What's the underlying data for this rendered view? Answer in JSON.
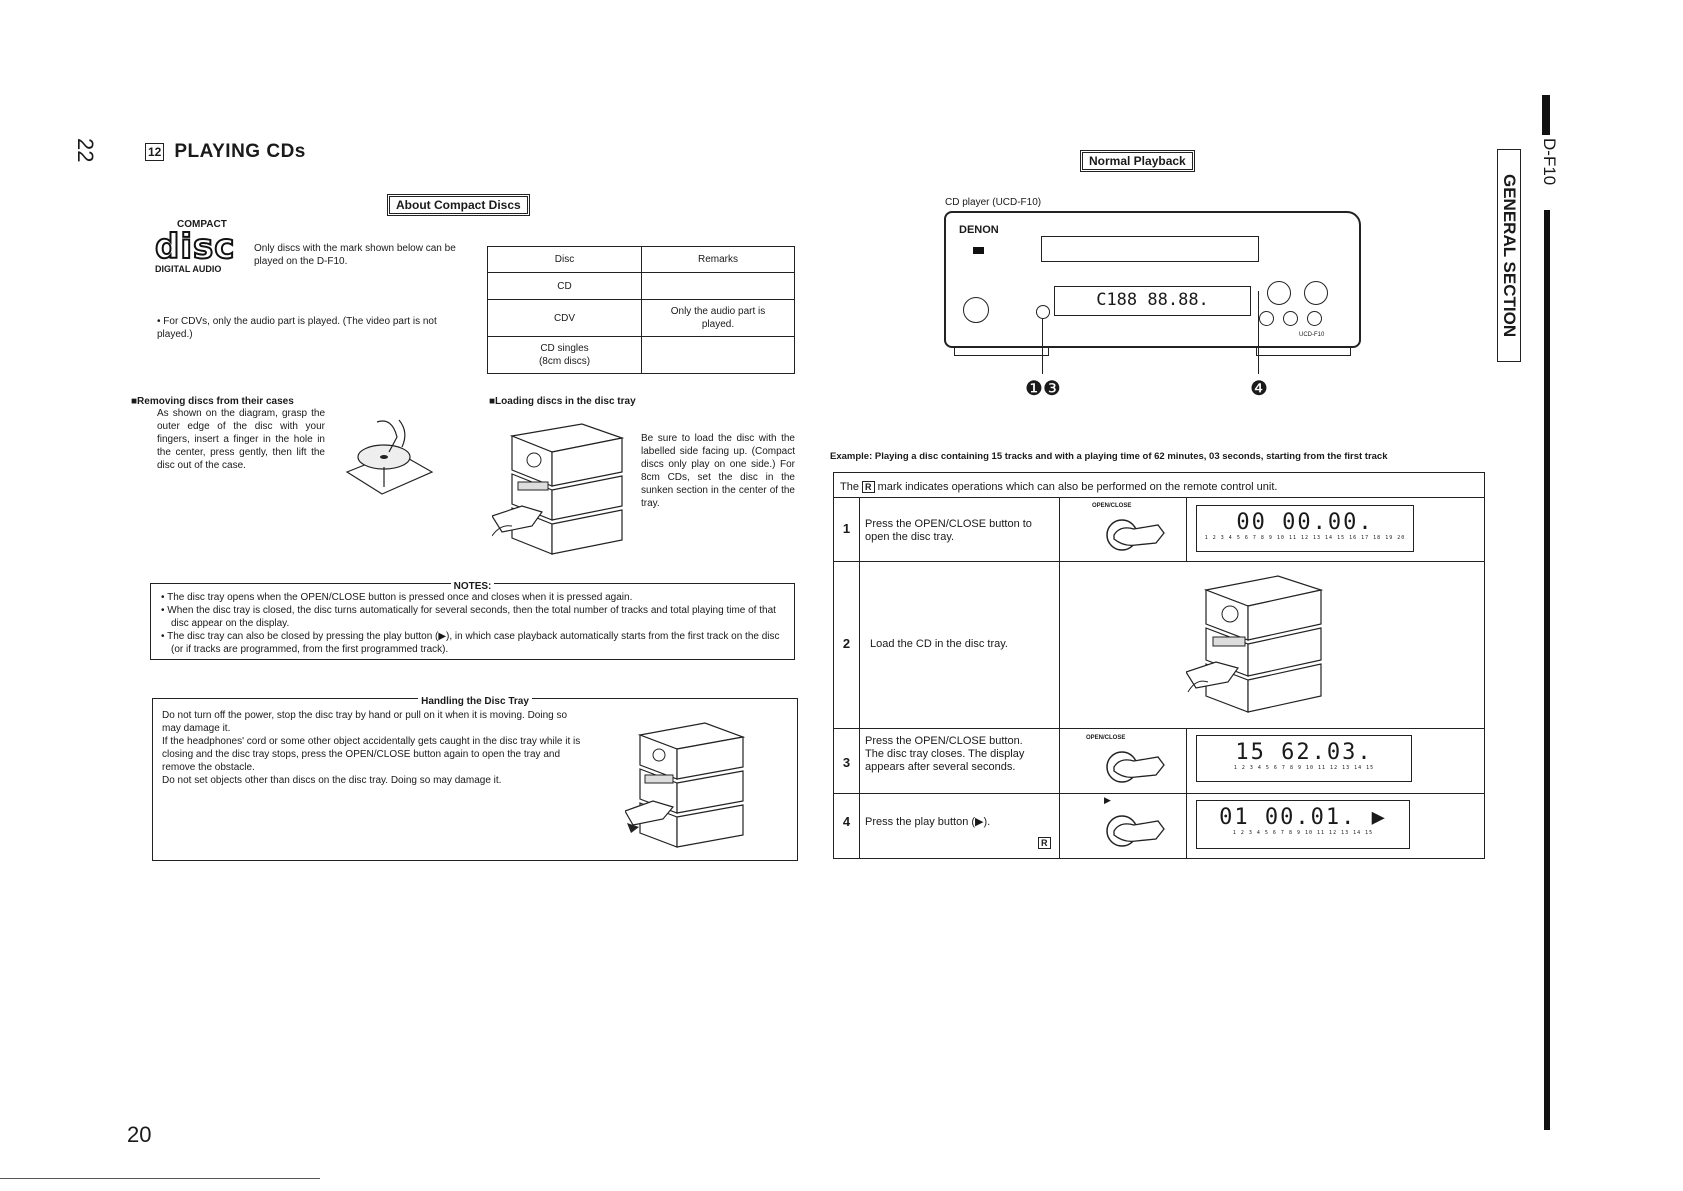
{
  "page": {
    "rotated_page_num": "22",
    "page_num": "20",
    "side_model": "D-F10",
    "side_section": "GENERAL SECTION"
  },
  "section": {
    "num": "12",
    "title": "PLAYING CDs"
  },
  "about": {
    "heading": "About Compact Discs",
    "logo_top": "COMPACT",
    "logo_word": "disc",
    "logo_bottom": "DIGITAL AUDIO",
    "mark_text": "Only discs with the mark shown below can be played on the D-F10.",
    "cdv_note": "• For CDVs, only the audio part is played. (The video part is not played.)",
    "table": {
      "headers": [
        "Disc",
        "Remarks"
      ],
      "rows": [
        [
          "CD",
          ""
        ],
        [
          "CDV",
          "Only the audio part is played."
        ],
        [
          "CD singles (8cm discs)",
          ""
        ]
      ]
    }
  },
  "removing": {
    "heading": "■Removing discs from their cases",
    "text": "As shown on the diagram, grasp the outer edge of the disc with your fingers, insert a finger in the hole in the center, press gently, then lift the disc out of the case."
  },
  "loading": {
    "heading": "■Loading discs in the disc tray",
    "text": "Be sure to load the disc with the labelled side facing up. (Compact discs only play on one side.) For 8cm CDs, set the disc in the sunken section in the center of the tray."
  },
  "notes": {
    "title": "NOTES:",
    "items": [
      "• The disc tray opens when the OPEN/CLOSE button is pressed once and closes when it is pressed again.",
      "• When the disc tray is closed, the disc turns automatically for several seconds, then the total number of tracks and total playing time of that disc appear on the display.",
      "• The disc tray can also be closed by pressing the play button (▶), in which case playback automatically starts from the first track on the disc (or if tracks are programmed, from the first programmed track)."
    ]
  },
  "handling": {
    "title": "Handling the Disc Tray",
    "paragraphs": [
      "Do not turn off the power, stop the disc tray by hand or pull on it when it is moving. Doing so may damage it.",
      "If the headphones' cord or some other object accidentally gets caught in the disc tray while it is closing and the disc tray stops, press the OPEN/CLOSE button again to open the tray and remove the obstacle.",
      "Do not set objects other than discs on the disc tray. Doing so may damage it."
    ]
  },
  "normal": {
    "heading": "Normal Playback",
    "player_label": "CD player (UCD-F10)",
    "brand": "DENON",
    "device_display": "C188 88.88.",
    "model_small": "UCD-F10",
    "callout_left": "❶❸",
    "callout_right": "❹",
    "example": "Example: Playing a disc containing 15 tracks and with a playing time of 62 minutes, 03 seconds, starting from the first track",
    "remote_note_pre": "The",
    "remote_mark": "R",
    "remote_note_post": "mark indicates operations which can also be performed on the remote control unit.",
    "steps": [
      {
        "num": "1",
        "text": "Press the OPEN/CLOSE button to open the disc tray.",
        "button_label": "OPEN/CLOSE",
        "display": "00  00.00.",
        "tracks": "1 2 3 4 5 6 7 8 9 10 11 12 13 14 15 16 17 18 19 20"
      },
      {
        "num": "2",
        "text": "Load the CD in the disc tray."
      },
      {
        "num": "3",
        "text": "Press the OPEN/CLOSE button. The disc tray closes. The display appears after several seconds.",
        "button_label": "OPEN/CLOSE",
        "display": "15  62.03.",
        "tracks": "1 2 3 4 5 6 7 8 9 10 11 12 13 14 15"
      },
      {
        "num": "4",
        "text": "Press the play button (▶).",
        "button_label": "▶",
        "remote": "R",
        "display": "01  00.01. ▶",
        "tracks": "1 2 3 4 5 6 7 8 9 10 11 12 13 14 15"
      }
    ]
  }
}
